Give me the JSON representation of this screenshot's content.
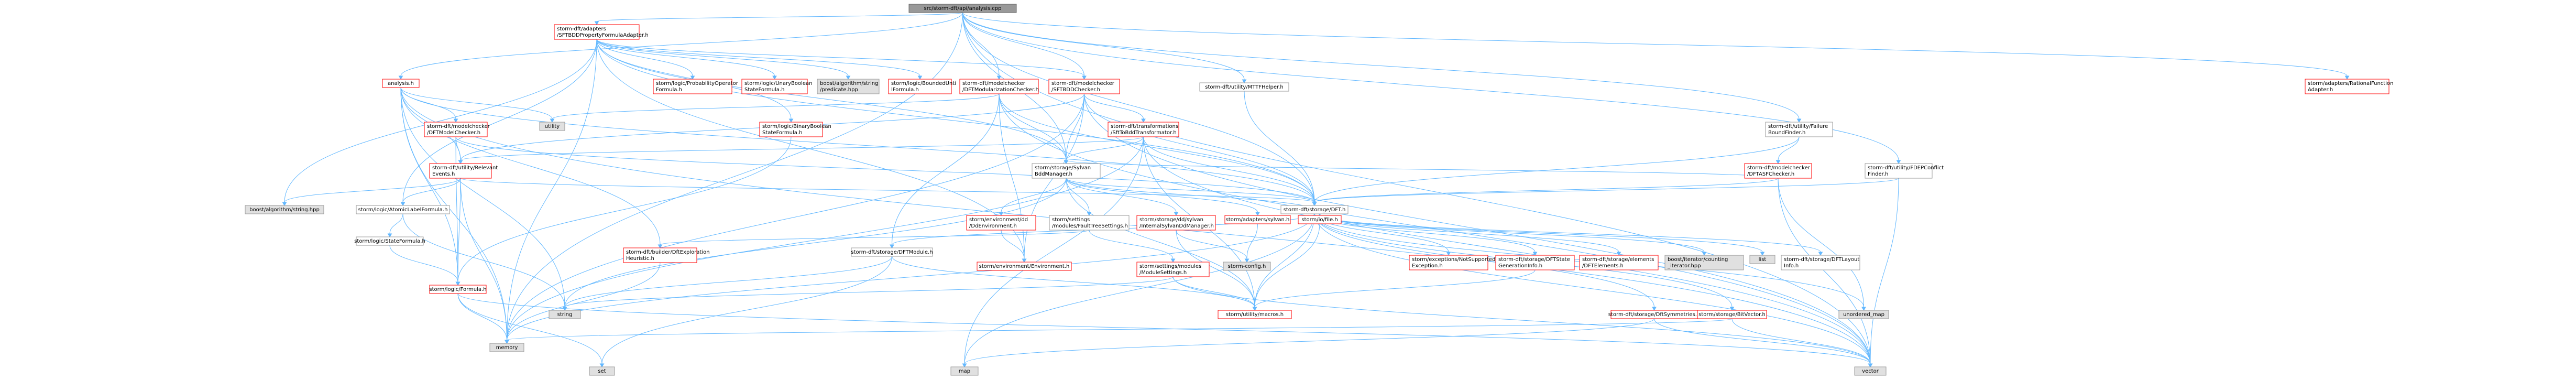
{
  "colors": {
    "root_fill": "#999999",
    "root_border": "#666666",
    "node_fill": "#ffffff",
    "node_border": "#ff0000",
    "node_border_plain": "#999999",
    "external_fill": "#e0e0e0",
    "external_border": "#999999",
    "edge": "#63b8ff",
    "text": "#000000"
  },
  "nodes": [
    {
      "id": "root",
      "kind": "root",
      "lines": [
        "src/storm-dft/api/analysis.cpp"
      ]
    },
    {
      "id": "adapter",
      "kind": "internal",
      "lines": [
        "storm-dft/adapters",
        "/SFTBDDPropertyFormulaAdapter.h"
      ]
    },
    {
      "id": "analysis",
      "kind": "internal",
      "lines": [
        "analysis.h"
      ]
    },
    {
      "id": "probop",
      "kind": "internal",
      "lines": [
        "storm/logic/ProbabilityOperator",
        "Formula.h"
      ]
    },
    {
      "id": "unarybool",
      "kind": "internal",
      "lines": [
        "storm/logic/UnaryBoolean",
        "StateFormula.h"
      ]
    },
    {
      "id": "predicate",
      "kind": "external",
      "lines": [
        "boost/algorithm/string",
        "/predicate.hpp"
      ]
    },
    {
      "id": "boundedu",
      "kind": "internal",
      "lines": [
        "storm/logic/BoundedUnti",
        "lFormula.h"
      ]
    },
    {
      "id": "dftmodchk",
      "kind": "internal",
      "lines": [
        "storm-dft/modelchecker",
        "/DFTModularizationChecker.h"
      ]
    },
    {
      "id": "sftbddchk",
      "kind": "internal",
      "lines": [
        "storm-dft/modelchecker",
        "/SFTBDDChecker.h"
      ]
    },
    {
      "id": "mttf",
      "kind": "plain",
      "lines": [
        "storm-dft/utility/MTTFHelper.h"
      ]
    },
    {
      "id": "rational",
      "kind": "internal",
      "lines": [
        "storm/adapters/RationalFunction",
        "Adapter.h"
      ]
    },
    {
      "id": "utility",
      "kind": "external",
      "lines": [
        "utility"
      ]
    },
    {
      "id": "dftmodelchecker",
      "kind": "internal",
      "lines": [
        "storm-dft/modelchecker",
        "/DFTModelChecker.h"
      ]
    },
    {
      "id": "binarybool",
      "kind": "internal",
      "lines": [
        "storm/logic/BinaryBoolean",
        "StateFormula.h"
      ]
    },
    {
      "id": "sftbddtrans",
      "kind": "internal",
      "lines": [
        "storm-dft/transformations",
        "/SftToBddTransformator.h"
      ]
    },
    {
      "id": "failbound",
      "kind": "plain",
      "lines": [
        "storm-dft/utility/Failure",
        "BoundFinder.h"
      ]
    },
    {
      "id": "releventsu",
      "kind": "internal",
      "lines": [
        "storm-dft/utility/Relevant",
        "Events.h"
      ]
    },
    {
      "id": "sylvanbdd",
      "kind": "plain",
      "lines": [
        "storm/storage/Sylvan",
        "BddManager.h"
      ]
    },
    {
      "id": "dftasf",
      "kind": "internal",
      "lines": [
        "storm-dft/modelchecker",
        "/DFTASFChecker.h"
      ]
    },
    {
      "id": "fdep",
      "kind": "plain",
      "lines": [
        "storm-dft/utility/FDEPConflict",
        "Finder.h"
      ]
    },
    {
      "id": "boostalgo",
      "kind": "external",
      "lines": [
        "boost/algorithm/string.hpp"
      ]
    },
    {
      "id": "atomiclabel",
      "kind": "plain",
      "lines": [
        "storm/logic/AtomicLabelFormula.h"
      ]
    },
    {
      "id": "stateformula",
      "kind": "plain",
      "lines": [
        "storm/logic/StateFormula.h"
      ]
    },
    {
      "id": "formula",
      "kind": "internal",
      "lines": [
        "storm/logic/Formula.h"
      ]
    },
    {
      "id": "dfth",
      "kind": "plain",
      "lines": [
        "storm-dft/storage/DFT.h"
      ]
    },
    {
      "id": "sylvanpub",
      "kind": "internal",
      "lines": [
        "storm/environment/dd",
        "/DdEnvironment.h"
      ]
    },
    {
      "id": "faulttree",
      "kind": "plain",
      "lines": [
        "storm/settings",
        "/modules/FaultTreeSettings.h"
      ]
    },
    {
      "id": "internalsylvan",
      "kind": "internal",
      "lines": [
        "storm/storage/dd/sylvan",
        "/InternalSylvanDdManager.h"
      ]
    },
    {
      "id": "adapsylvan",
      "kind": "internal",
      "lines": [
        "storm/adapters/sylvan.h"
      ]
    },
    {
      "id": "iofile",
      "kind": "internal",
      "lines": [
        "storm/io/file.h"
      ]
    },
    {
      "id": "dftmodule",
      "kind": "plain",
      "lines": [
        "storm-dft/storage/DFTModule.h"
      ]
    },
    {
      "id": "builder",
      "kind": "internal",
      "lines": [
        "storm-dft/builder/DftExploration",
        "Heuristic.h"
      ]
    },
    {
      "id": "envenv",
      "kind": "internal",
      "lines": [
        "storm/environment/Environment.h"
      ]
    },
    {
      "id": "modsettings",
      "kind": "internal",
      "lines": [
        "storm/settings/modules",
        "/ModuleSettings.h"
      ]
    },
    {
      "id": "stormconfig",
      "kind": "external",
      "lines": [
        "storm-config.h"
      ]
    },
    {
      "id": "notsupp",
      "kind": "internal",
      "lines": [
        "storm/exceptions/NotSupported",
        "Exception.h"
      ]
    },
    {
      "id": "dftstategen",
      "kind": "internal",
      "lines": [
        "storm-dft/storage/DFTState",
        "GenerationInfo.h"
      ]
    },
    {
      "id": "dftelements",
      "kind": "internal",
      "lines": [
        "storm-dft/storage/elements",
        "/DFTElements.h"
      ]
    },
    {
      "id": "counting",
      "kind": "external",
      "lines": [
        "boost/iterator/counting",
        "_iterator.hpp"
      ]
    },
    {
      "id": "list",
      "kind": "external",
      "lines": [
        "list"
      ]
    },
    {
      "id": "dftlayout",
      "kind": "plain",
      "lines": [
        "storm-dft/storage/DFTLayout",
        "Info.h"
      ]
    },
    {
      "id": "macros",
      "kind": "internal",
      "lines": [
        "storm/utility/macros.h"
      ]
    },
    {
      "id": "dftsym",
      "kind": "internal",
      "lines": [
        "storm-dft/storage/DftSymmetries.h"
      ]
    },
    {
      "id": "bitvector",
      "kind": "internal",
      "lines": [
        "storm/storage/BitVector.h"
      ]
    },
    {
      "id": "unordered",
      "kind": "external",
      "lines": [
        "unordered_map"
      ]
    },
    {
      "id": "string",
      "kind": "external",
      "lines": [
        "string"
      ]
    },
    {
      "id": "memory",
      "kind": "external",
      "lines": [
        "memory"
      ]
    },
    {
      "id": "set",
      "kind": "external",
      "lines": [
        "set"
      ]
    },
    {
      "id": "map",
      "kind": "external",
      "lines": [
        "map"
      ]
    },
    {
      "id": "vector",
      "kind": "external",
      "lines": [
        "vector"
      ]
    }
  ],
  "edges": [
    [
      "root",
      "adapter"
    ],
    [
      "root",
      "analysis"
    ],
    [
      "root",
      "dftmodchk"
    ],
    [
      "root",
      "sftbddchk"
    ],
    [
      "root",
      "mttf"
    ],
    [
      "root",
      "rational"
    ],
    [
      "root",
      "failbound"
    ],
    [
      "root",
      "fdep"
    ],
    [
      "root",
      "dfth"
    ],
    [
      "root",
      "sylvanbdd"
    ],
    [
      "root",
      "memory"
    ],
    [
      "root",
      "vector"
    ],
    [
      "adapter",
      "probop"
    ],
    [
      "adapter",
      "unarybool"
    ],
    [
      "adapter",
      "predicate"
    ],
    [
      "adapter",
      "boundedu"
    ],
    [
      "adapter",
      "sftbddchk"
    ],
    [
      "adapter",
      "binarybool"
    ],
    [
      "adapter",
      "atomiclabel"
    ],
    [
      "adapter",
      "boostalgo"
    ],
    [
      "adapter",
      "dfth"
    ],
    [
      "adapter",
      "sylvanbdd"
    ],
    [
      "adapter",
      "envenv"
    ],
    [
      "adapter",
      "memory"
    ],
    [
      "analysis",
      "utility"
    ],
    [
      "analysis",
      "dftmodelchecker"
    ],
    [
      "analysis",
      "releventsu"
    ],
    [
      "analysis",
      "dfth"
    ],
    [
      "analysis",
      "builder"
    ],
    [
      "analysis",
      "formula"
    ],
    [
      "analysis",
      "string"
    ],
    [
      "analysis",
      "memory"
    ],
    [
      "analysis",
      "vector"
    ],
    [
      "dftmodchk",
      "dfth"
    ],
    [
      "dftmodchk",
      "sylvanbdd"
    ],
    [
      "dftmodchk",
      "dftmodule"
    ],
    [
      "dftmodchk",
      "envenv"
    ],
    [
      "dftmodchk",
      "utility"
    ],
    [
      "dftmodchk",
      "vector"
    ],
    [
      "sftbddchk",
      "sftbddtrans"
    ],
    [
      "sftbddchk",
      "sylvanbdd"
    ],
    [
      "sftbddchk",
      "dfth"
    ],
    [
      "sftbddchk",
      "releventsu"
    ],
    [
      "sftbddchk",
      "envenv"
    ],
    [
      "sftbddchk",
      "memory"
    ],
    [
      "sftbddchk",
      "vector"
    ],
    [
      "mttf",
      "dfth"
    ],
    [
      "dftmodelchecker",
      "releventsu"
    ],
    [
      "dftmodelchecker",
      "dfth"
    ],
    [
      "dftmodelchecker",
      "formula"
    ],
    [
      "binarybool",
      "formula"
    ],
    [
      "sftbddtrans",
      "releventsu"
    ],
    [
      "sftbddtrans",
      "dfth"
    ],
    [
      "sftbddtrans",
      "sylvanbdd"
    ],
    [
      "sftbddtrans",
      "macros"
    ],
    [
      "sftbddtrans",
      "memory"
    ],
    [
      "sftbddtrans",
      "vector"
    ],
    [
      "sftbddtrans",
      "map"
    ],
    [
      "failbound",
      "dftasf"
    ],
    [
      "failbound",
      "dfth"
    ],
    [
      "releventsu",
      "dfth"
    ],
    [
      "releventsu",
      "atomiclabel"
    ],
    [
      "releventsu",
      "boostalgo"
    ],
    [
      "releventsu",
      "formula"
    ],
    [
      "releventsu",
      "memory"
    ],
    [
      "sylvanbdd",
      "sylvanpub"
    ],
    [
      "sylvanbdd",
      "faulttree"
    ],
    [
      "sylvanbdd",
      "internalsylvan"
    ],
    [
      "sylvanbdd",
      "adapsylvan"
    ],
    [
      "sylvanbdd",
      "iofile"
    ],
    [
      "sylvanbdd",
      "macros"
    ],
    [
      "sylvanbdd",
      "dfth"
    ],
    [
      "sylvanbdd",
      "string"
    ],
    [
      "dftasf",
      "dfth"
    ],
    [
      "dftasf",
      "unordered"
    ],
    [
      "dftasf",
      "vector"
    ],
    [
      "dftasf",
      "sylvanbdd"
    ],
    [
      "fdep",
      "dfth"
    ],
    [
      "fdep",
      "vector"
    ],
    [
      "atomiclabel",
      "stateformula"
    ],
    [
      "atomiclabel",
      "string"
    ],
    [
      "stateformula",
      "formula"
    ],
    [
      "formula",
      "memory"
    ],
    [
      "formula",
      "set"
    ],
    [
      "formula",
      "vector"
    ],
    [
      "dfth",
      "notsupp"
    ],
    [
      "dfth",
      "dftstategen"
    ],
    [
      "dfth",
      "dftelements"
    ],
    [
      "dfth",
      "counting"
    ],
    [
      "dfth",
      "list"
    ],
    [
      "dfth",
      "dftlayout"
    ],
    [
      "dfth",
      "macros"
    ],
    [
      "dfth",
      "dftsym"
    ],
    [
      "dfth",
      "bitvector"
    ],
    [
      "dfth",
      "unordered"
    ],
    [
      "dfth",
      "map"
    ],
    [
      "dfth",
      "memory"
    ],
    [
      "dfth",
      "vector"
    ],
    [
      "dfth",
      "dftmodule"
    ],
    [
      "sylvanpub",
      "envenv"
    ],
    [
      "faulttree",
      "modsettings"
    ],
    [
      "faulttree",
      "builder"
    ],
    [
      "internalsylvan",
      "stormconfig"
    ],
    [
      "internalsylvan",
      "macros"
    ],
    [
      "adapsylvan",
      "stormconfig"
    ],
    [
      "iofile",
      "macros"
    ],
    [
      "dftmodule",
      "macros"
    ],
    [
      "dftmodule",
      "string"
    ],
    [
      "dftmodule",
      "set"
    ],
    [
      "builder",
      "memory"
    ],
    [
      "modsettings",
      "string"
    ],
    [
      "modsettings",
      "macros"
    ],
    [
      "modsettings",
      "vector"
    ],
    [
      "dftstategen",
      "macros"
    ],
    [
      "dftsym",
      "map"
    ],
    [
      "dftsym",
      "vector"
    ],
    [
      "bitvector",
      "memory"
    ],
    [
      "bitvector",
      "vector"
    ]
  ]
}
